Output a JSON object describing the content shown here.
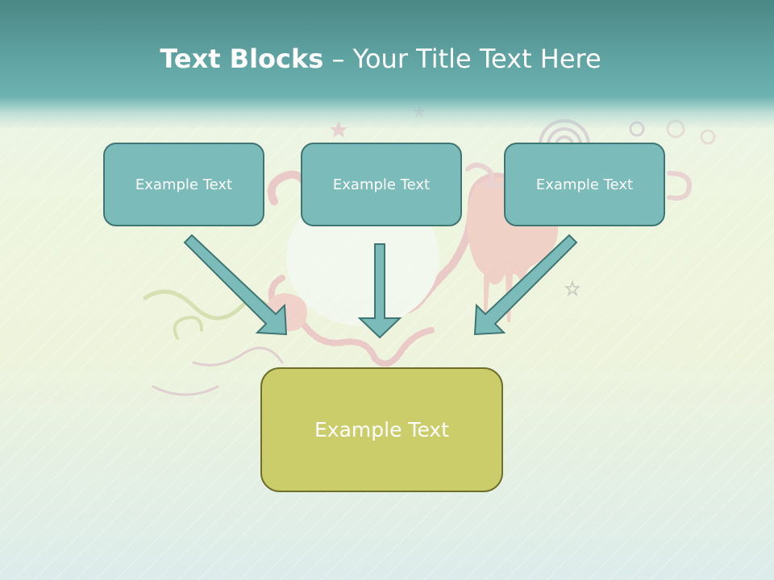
{
  "title": {
    "bold": "Text Blocks",
    "rest": " – Your Title Text Here"
  },
  "boxes": {
    "left": "Example Text",
    "center": "Example Text",
    "right": "Example Text",
    "bottom": "Example Text"
  },
  "colors": {
    "title_bar": "#5fa3a2",
    "small_box_fill": "#7bbcba",
    "small_box_border": "#3f7573",
    "big_box_fill": "#cbcd6b",
    "big_box_border": "#6e6f2b",
    "arrow_fill": "#7bbcba"
  }
}
